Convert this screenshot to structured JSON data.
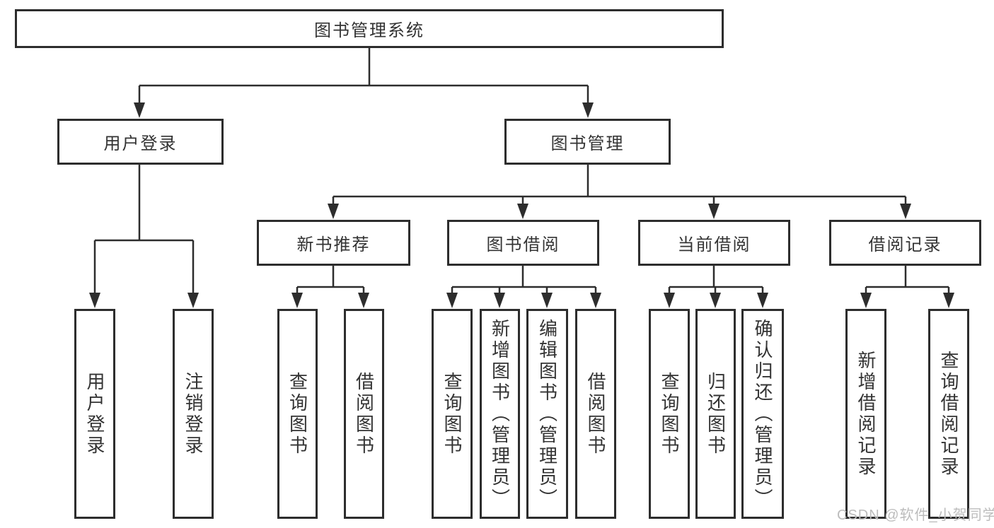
{
  "diagram": {
    "root": {
      "label": "图书管理系统"
    },
    "branches": [
      {
        "label": "用户登录",
        "children": [
          {
            "label": "用户登录"
          },
          {
            "label": "注销登录"
          }
        ]
      },
      {
        "label": "图书管理",
        "children": [
          {
            "label": "新书推荐",
            "children": [
              {
                "label": "查询图书"
              },
              {
                "label": "借阅图书"
              }
            ]
          },
          {
            "label": "图书借阅",
            "children": [
              {
                "label": "查询图书"
              },
              {
                "label": "新增图书（管理员）"
              },
              {
                "label": "编辑图书（管理员）"
              },
              {
                "label": "借阅图书"
              }
            ]
          },
          {
            "label": "当前借阅",
            "children": [
              {
                "label": "查询图书"
              },
              {
                "label": "归还图书"
              },
              {
                "label": "确认归还（管理员）"
              }
            ]
          },
          {
            "label": "借阅记录",
            "children": [
              {
                "label": "新增借阅记录"
              },
              {
                "label": "查询借阅记录"
              }
            ]
          }
        ]
      }
    ]
  },
  "watermark": {
    "text": "CSDN @软件_小贺同学"
  },
  "colors": {
    "line": "#2d2d2d",
    "text": "#333333",
    "box_background": "#ffffff",
    "watermark": "#bcbcbc"
  }
}
